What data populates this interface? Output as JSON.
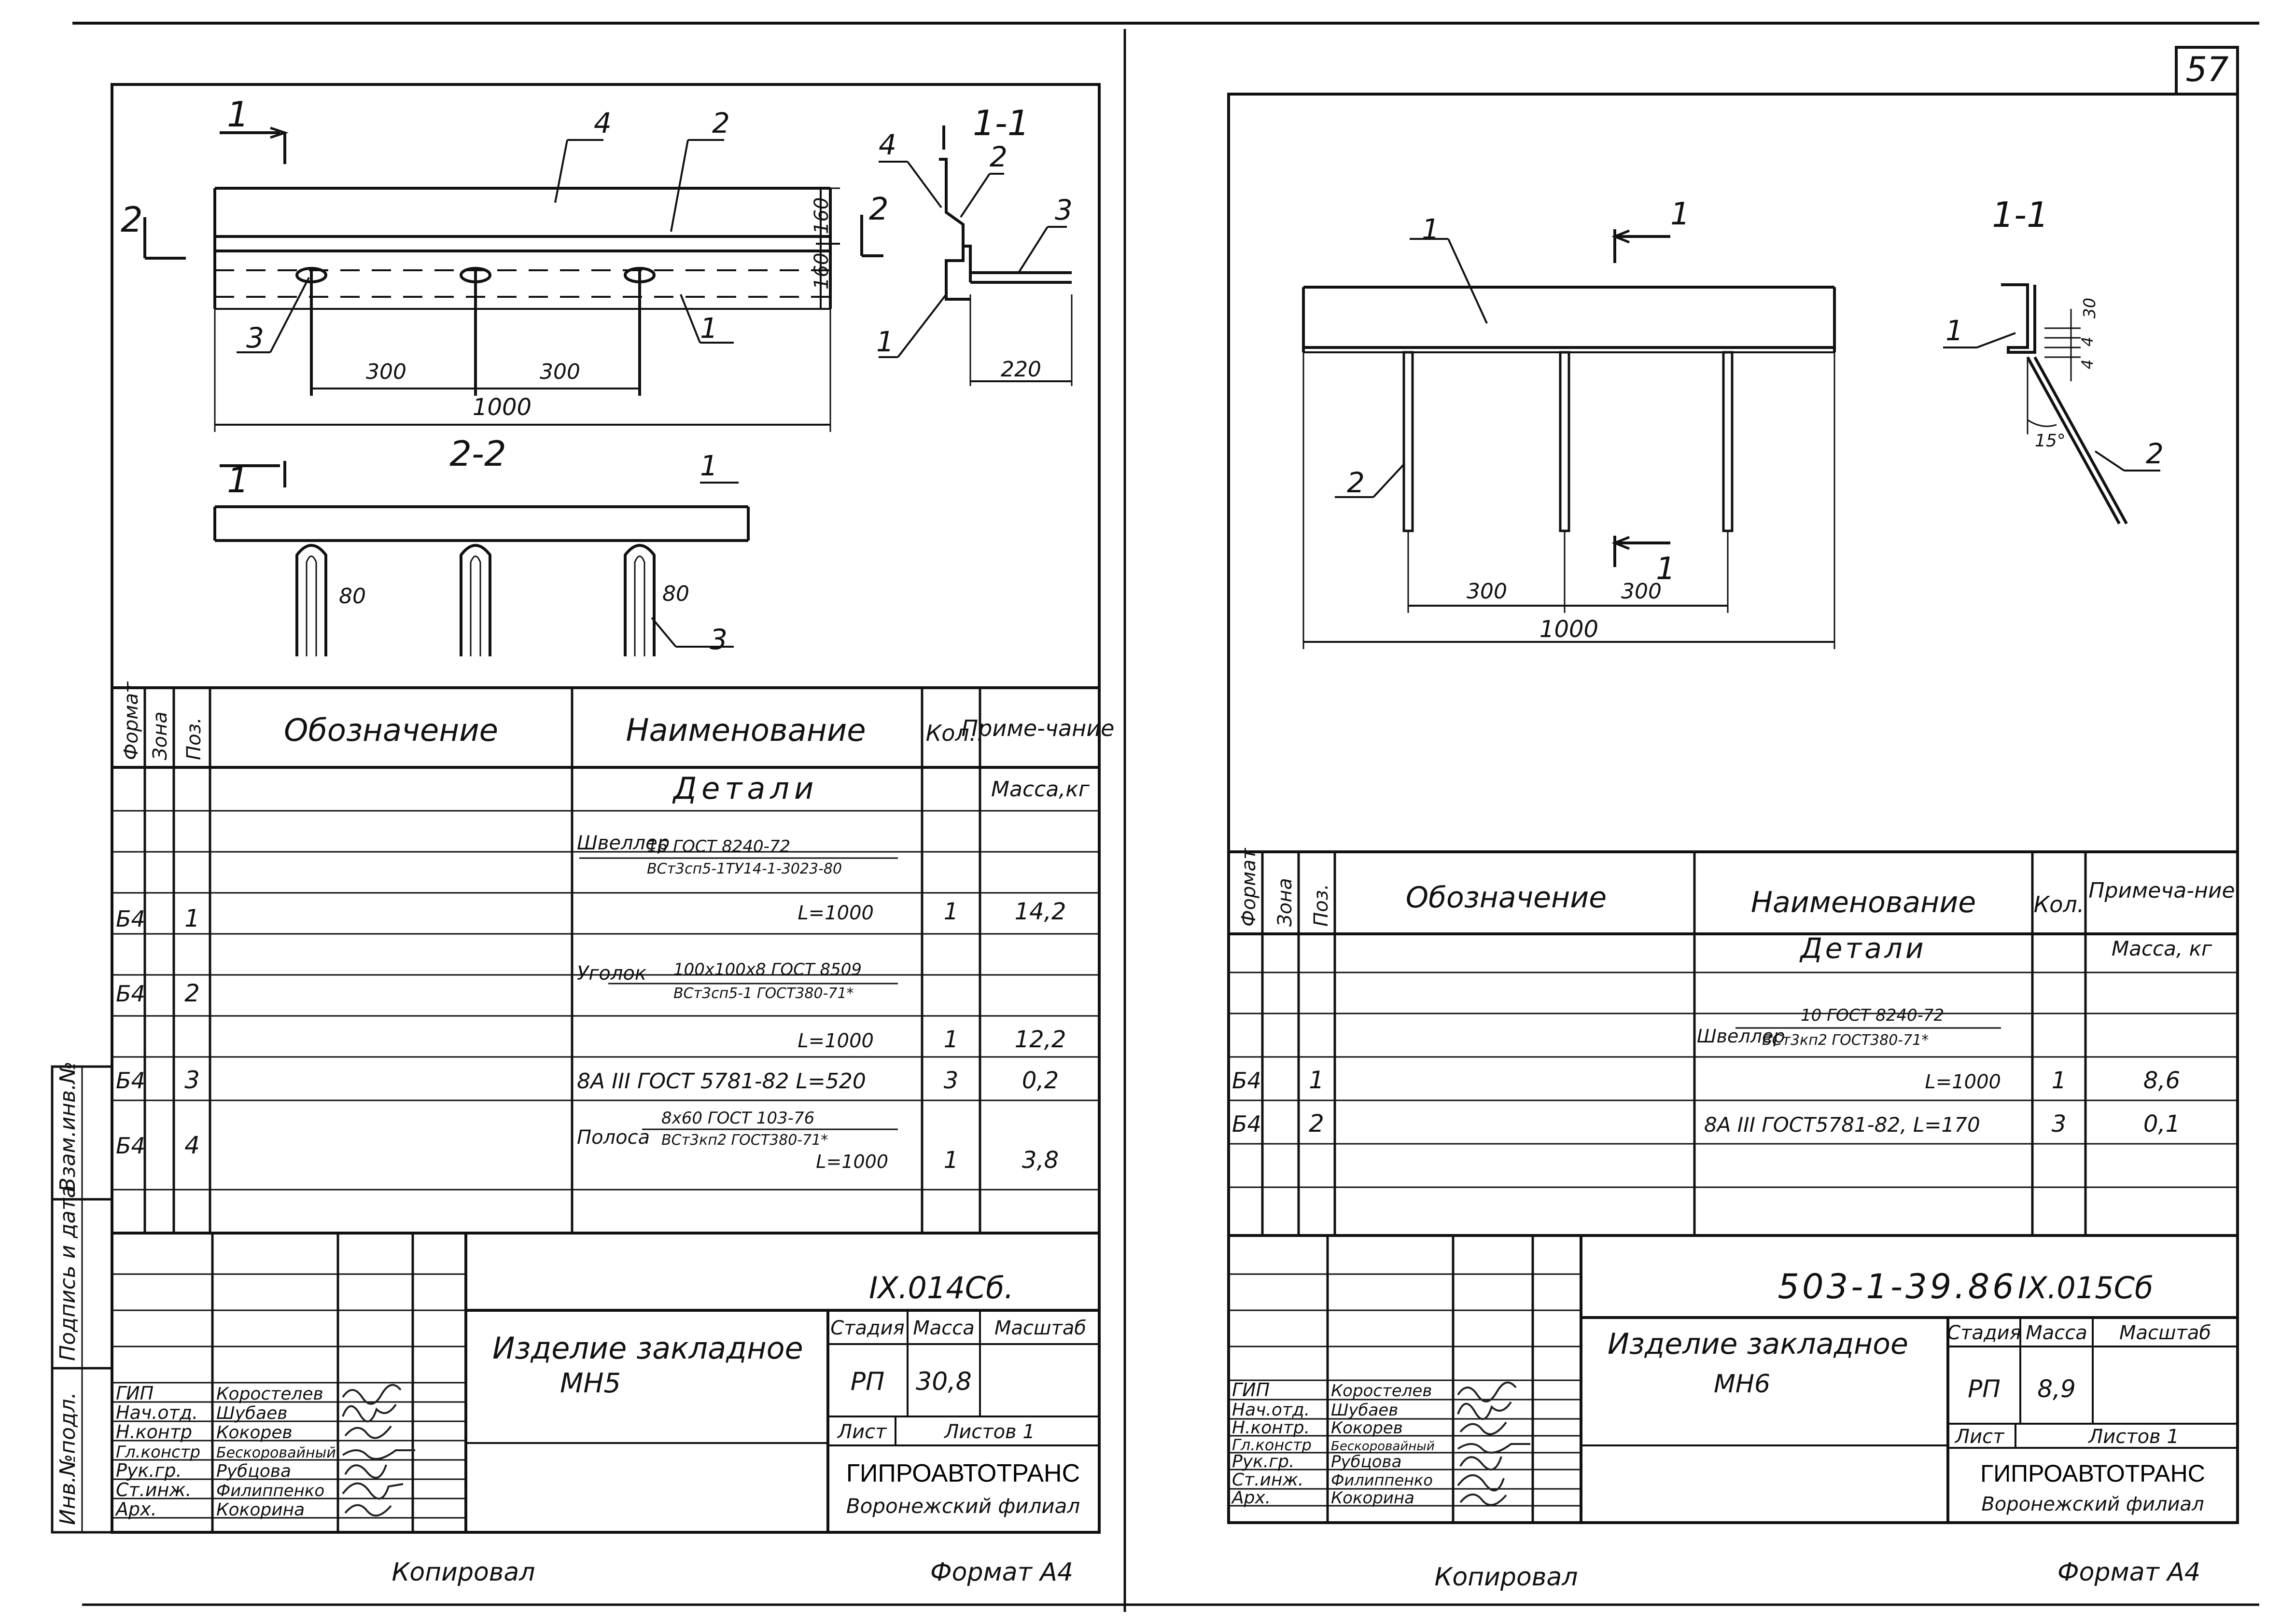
{
  "page_number": "57",
  "footer": {
    "left_copied": "Копировал",
    "left_format": "Формат А4",
    "right_copied": "Копировал",
    "right_format": "Формат А4"
  },
  "side_stamp": [
    "Инв.№подл.",
    "Подпись и дата",
    "Взам.инв.№"
  ],
  "left_sheet": {
    "drawing": {
      "section_1_1": "1-1",
      "section_2_2": "2-2",
      "mark_1": "1",
      "mark_2": "2",
      "dims": {
        "d300a": "300",
        "d300b": "300",
        "d1000": "1000",
        "d160a": "160",
        "d160b": "160",
        "d220": "220",
        "d80a": "80",
        "d80b": "80"
      },
      "callouts": [
        "1",
        "2",
        "3",
        "4",
        "1",
        "2",
        "3",
        "4",
        "1",
        "3"
      ]
    },
    "spec": {
      "headers": {
        "format": "Формат",
        "zone": "Зона",
        "pos": "Поз.",
        "designation": "Обозначение",
        "name": "Наименование",
        "qty": "Кол.",
        "note": "Приме-чание"
      },
      "section_title": "Детали",
      "mass_unit": "Масса,кг",
      "rows": [
        {
          "format": "Б4",
          "pos": "1",
          "name_prefix": "Швеллер",
          "fraction_top": "16 ГОСТ 8240-72",
          "fraction_bottom": "ВСт3сп5-1ТУ14-1-3023-80",
          "length": "L=1000",
          "qty": "1",
          "note": "14,2"
        },
        {
          "format": "Б4",
          "pos": "2",
          "name_prefix": "Уголок",
          "fraction_top": "100х100х8 ГОСТ 8509",
          "fraction_bottom": "ВСт3сп5-1 ГОСТ380-71*",
          "length": "L=1000",
          "qty": "1",
          "note": "12,2"
        },
        {
          "format": "Б4",
          "pos": "3",
          "name_prefix": "8А III ГОСТ 5781-82 L=520",
          "fraction_top": "",
          "fraction_bottom": "",
          "length": "",
          "qty": "3",
          "note": "0,2"
        },
        {
          "format": "Б4",
          "pos": "4",
          "name_prefix": "Полоса",
          "fraction_top": "8х60 ГОСТ 103-76",
          "fraction_bottom": "ВСт3кп2 ГОСТ380-71*",
          "length": "L=1000",
          "qty": "1",
          "note": "3,8"
        }
      ]
    },
    "title_block": {
      "doc_code": "IX.014Сб.",
      "title_line1": "Изделие закладное",
      "title_line2": "МН5",
      "stage_label": "Стадия",
      "mass_label": "Масса",
      "scale_label": "Масштаб",
      "stage": "РП",
      "mass": "30,8",
      "sheet_label": "Лист",
      "sheets_label": "Листов 1",
      "org_line1": "ГИПРОАВТОТРАНС",
      "org_line2": "Воронежский филиал",
      "roles": [
        "ГИП",
        "Нач.отд.",
        "Н.контр",
        "Гл.констр",
        "Рук.гр.",
        "Ст.инж.",
        "Арх."
      ],
      "names": [
        "Коростелев",
        "Шубаев",
        "Кокорев",
        "Бескоровайный",
        "Рубцова",
        "Филиппенко",
        "Кокорина"
      ]
    }
  },
  "right_sheet": {
    "drawing": {
      "section_1_1": "1-1",
      "mark_1_top": "1",
      "mark_1_bottom": "1",
      "dims": {
        "d300a": "300",
        "d300b": "300",
        "d1000": "1000",
        "d30": "30",
        "d4a": "4",
        "d4b": "4",
        "angle": "15°"
      },
      "callouts": [
        "1",
        "2",
        "1",
        "2"
      ]
    },
    "spec": {
      "headers": {
        "format": "Формат",
        "zone": "Зона",
        "pos": "Поз.",
        "designation": "Обозначение",
        "name": "Наименование",
        "qty": "Кол.",
        "note": "Примеча-ние"
      },
      "section_title": "Детали",
      "mass_unit": "Масса, кг",
      "rows": [
        {
          "format": "Б4",
          "pos": "1",
          "name_prefix": "Швеллер",
          "fraction_top": "10 ГОСТ 8240-72",
          "fraction_bottom": "ВСт3кп2 ГОСТ380-71*",
          "length": "L=1000",
          "qty": "1",
          "note": "8,6"
        },
        {
          "format": "Б4",
          "pos": "2",
          "name_prefix": "8А III ГОСТ5781-82, L=170",
          "fraction_top": "",
          "fraction_bottom": "",
          "length": "",
          "qty": "3",
          "note": "0,1"
        }
      ]
    },
    "title_block": {
      "series": "503-1-39.86",
      "doc_code": "IX.015Сб",
      "title_line1": "Изделие закладное",
      "title_line2": "МН6",
      "stage_label": "Стадия",
      "mass_label": "Масса",
      "scale_label": "Масштаб",
      "stage": "РП",
      "mass": "8,9",
      "sheet_label": "Лист",
      "sheets_label": "Листов 1",
      "org_line1": "ГИПРОАВТОТРАНС",
      "org_line2": "Воронежский филиал",
      "roles": [
        "ГИП",
        "Нач.отд.",
        "Н.контр.",
        "Гл.констр",
        "Рук.гр.",
        "Ст.инж.",
        "Арх."
      ],
      "names": [
        "Коростелев",
        "Шубаев",
        "Кокорев",
        "Бескоровайный",
        "Рубцова",
        "Филиппенко",
        "Кокорина"
      ]
    }
  }
}
